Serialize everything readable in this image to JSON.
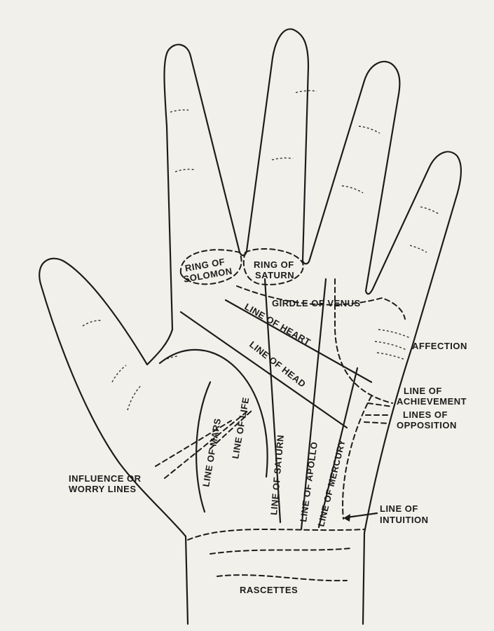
{
  "title": "Palm lines diagram",
  "labels": {
    "ring_of_solomon": [
      "RING OF",
      "SOLOMON"
    ],
    "ring_of_saturn": [
      "RING OF",
      "SATURN"
    ],
    "girdle_of_venus": "GIRDLE OF VENUS",
    "line_of_heart": "LINE OF HEART",
    "line_of_head": "LINE OF HEAD",
    "affection": "AFFECTION",
    "line_of_achievement": [
      "LINE OF",
      "ACHIEVEMENT"
    ],
    "lines_of_opposition": [
      "LINES OF",
      "OPPOSITION"
    ],
    "line_of_mars": "LINE OF MARS",
    "line_of_life": "LINE OF LIFE",
    "line_of_saturn": "LINE OF SATURN",
    "line_of_apollo": "LINE OF APOLLO",
    "line_of_mercury": "LINE OF MERCURY",
    "influence_or_worry_lines": [
      "INFLUENCE OR",
      "WORRY LINES"
    ],
    "line_of_intuition": [
      "LINE OF",
      "INTUITION"
    ],
    "rascettes": "RASCETTES"
  },
  "colors": {
    "ink": "#1c1c1c",
    "paper": "#f2f0ea"
  }
}
